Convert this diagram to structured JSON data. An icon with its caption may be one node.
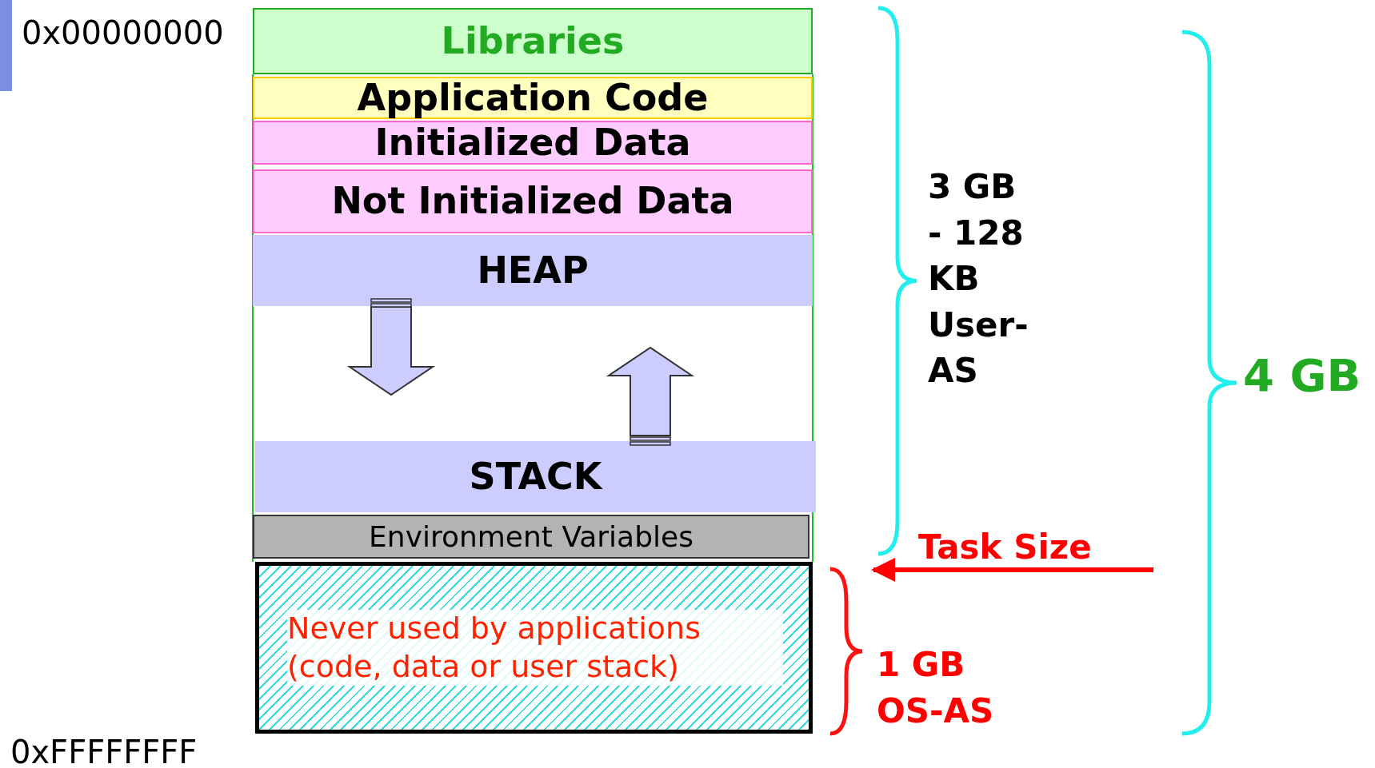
{
  "diagram": {
    "nodes": [
      {
        "text": [
          "Libraries"
        ]
      },
      {
        "text": [
          "Application Code"
        ]
      },
      {
        "text": [
          "Initialized Data"
        ]
      },
      {
        "text": [
          "Not Initialized Data"
        ]
      },
      {
        "text": [
          "HEAP"
        ]
      },
      {
        "text": [
          "STACK"
        ]
      },
      {
        "text": [
          "Environment Variables"
        ]
      },
      {
        "text": [
          "Never used by applications (code, data or user stack)"
        ]
      }
    ],
    "edges": [],
    "labels": [
      "0x00000000",
      "3 GB - 128 KB User-AS",
      "4 GB",
      "Task Size",
      "1 GB OS-AS",
      "0xFFFFFFFF"
    ]
  }
}
